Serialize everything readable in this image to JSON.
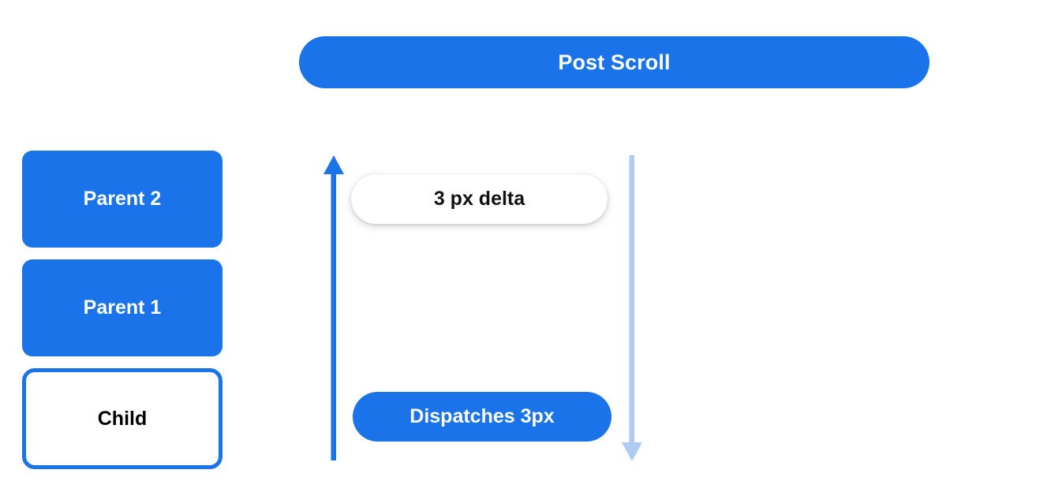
{
  "header": {
    "title": "Post Scroll"
  },
  "stack": {
    "boxes": [
      {
        "label": "Parent 2",
        "style": "filled"
      },
      {
        "label": "Parent 1",
        "style": "filled"
      },
      {
        "label": "Child",
        "style": "outlined"
      }
    ]
  },
  "flow": {
    "callouts": [
      {
        "label": "3 px delta",
        "style": "light"
      },
      {
        "label": "Dispatches 3px",
        "style": "primary"
      }
    ],
    "arrows": [
      {
        "name": "bubble-up-arrow",
        "direction": "up",
        "color": "#1a73e8"
      },
      {
        "name": "dispatch-down-arrow",
        "direction": "down",
        "color": "#aecbf4"
      }
    ]
  },
  "colors": {
    "primary_blue": "#1a73e8",
    "light_blue": "#aecbf4",
    "white": "#ffffff",
    "black": "#000000",
    "background": "#ffffff"
  }
}
